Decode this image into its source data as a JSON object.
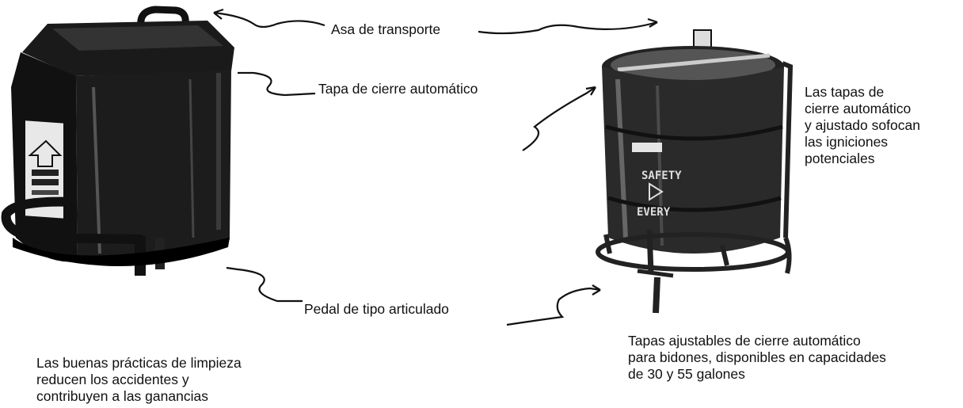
{
  "labels": {
    "carry_handle": "Asa de transporte",
    "self_closing_lid": "Tapa de cierre automático",
    "pedal": "Pedal de tipo articulado"
  },
  "right_note": {
    "lines": [
      "Las tapas de",
      "cierre automático",
      "y ajustado sofocan",
      "las igniciones",
      "potenciales"
    ]
  },
  "bottom_right_caption": {
    "lines": [
      "Tapas ajustables de cierre automático",
      "para bidones, disponibles en capacidades",
      "de 30 y 55 galones"
    ]
  },
  "bottom_left_caption": {
    "lines": [
      "Las buenas prácticas de limpieza",
      "reducen los accidentes y",
      "contribuyen a las ganancias"
    ]
  },
  "can_label_text": {
    "drum_line1": "SAFETY",
    "drum_line2": "EVERY"
  }
}
